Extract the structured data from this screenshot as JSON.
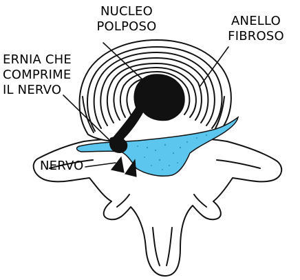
{
  "labels": {
    "nucleo_polposo": [
      "NUCLEO",
      "POLPOSO"
    ],
    "anello_fibroso": [
      "ANELLO",
      "FIBROSO"
    ],
    "ernia": [
      "ERNIA CHE",
      "COMPRIME",
      "IL NERVO"
    ],
    "nervo": "NERVO"
  },
  "colors": {
    "line": "#111111",
    "nerve_fill": "#5cc6ee",
    "nucleus": "#111111",
    "background": "#ffffff"
  }
}
